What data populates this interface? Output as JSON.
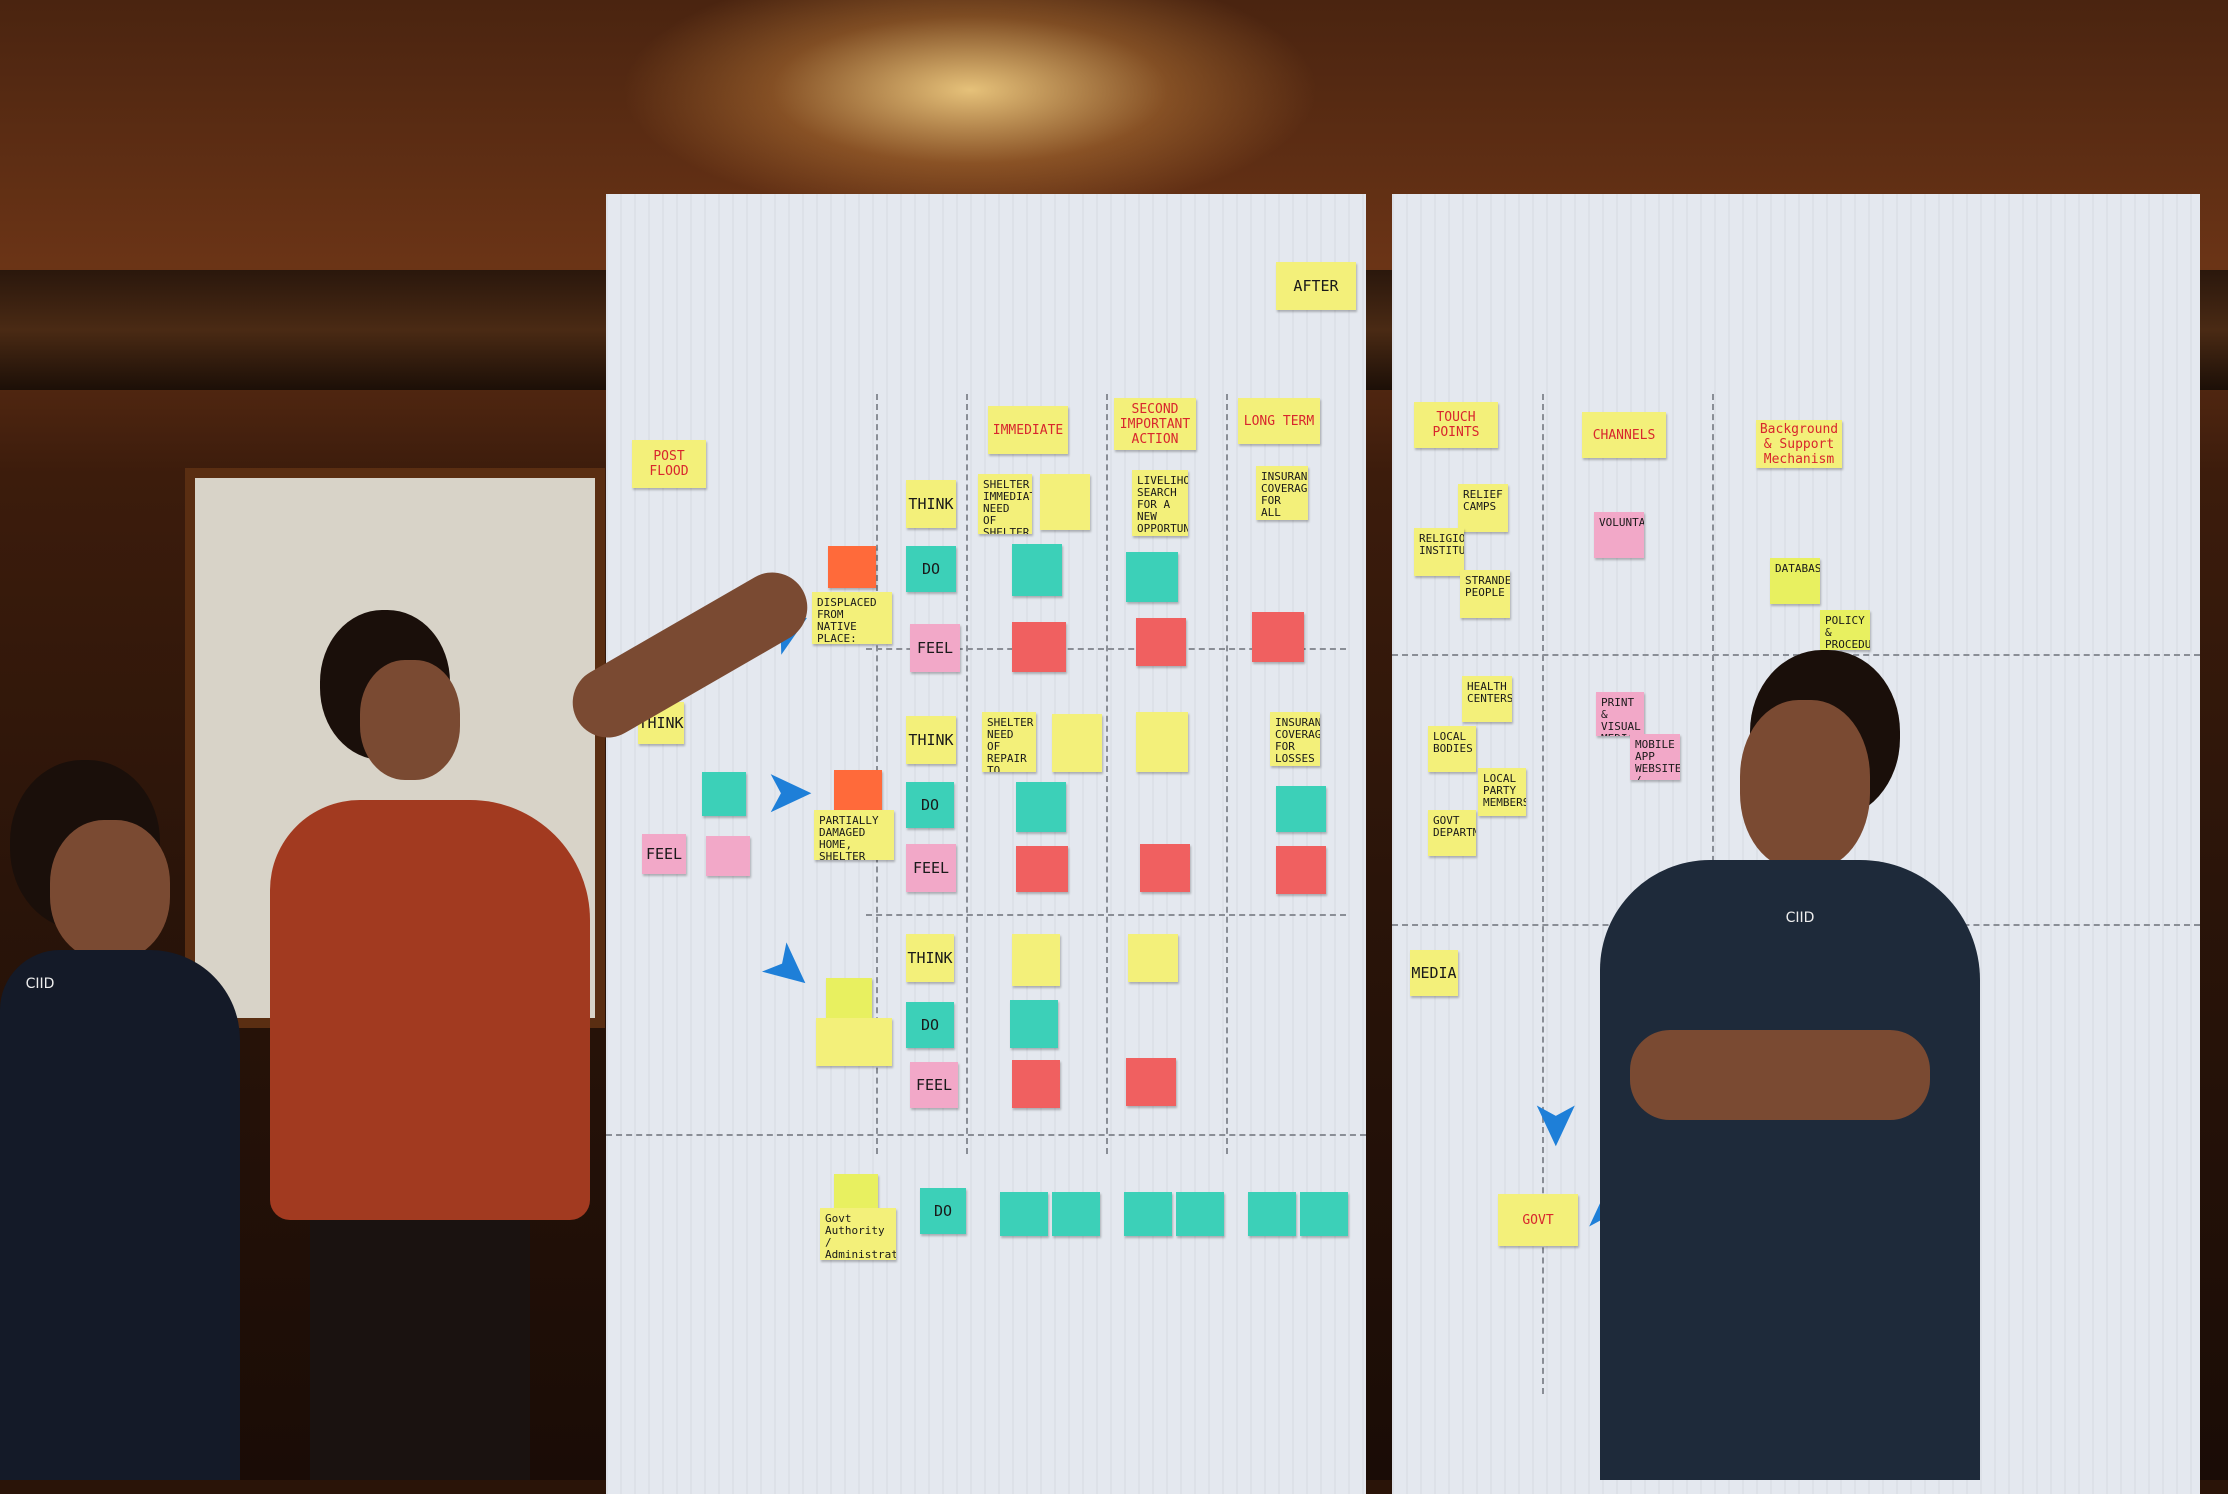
{
  "board_left": {
    "after": "AFTER",
    "post_flood": "POST FLOOD",
    "headers": [
      "IMMEDIATE",
      "SECOND IMPORTANT ACTION",
      "LONG TERM"
    ],
    "rows": [
      {
        "think": "THINK",
        "do": "DO",
        "feel": "FEEL"
      },
      {
        "think": "THINK",
        "do": "DO",
        "feel": "FEEL"
      },
      {
        "think": "THINK",
        "do": "DO",
        "feel": "FEEL"
      }
    ],
    "side_think": "THINK",
    "side_feel": "FEEL",
    "bottom_do": "DO",
    "notes": {
      "shelter1": "SHELTER IMMEDIATE NEED OF SHELTER",
      "shelter2": "SHELTER NEED OF REPAIR TO THEIR DAMAGES",
      "livelihood1": "LIVELIHOOD SEARCH FOR A NEW OPPORTUNITY",
      "insurance1": "INSURANCE COVERAGE FOR ALL LOSSES",
      "insurance2": "INSURANCE COVERAGE FOR LOSSES",
      "displaced": "DISPLACED FROM NATIVE PLACE: LOST THEIR LIFE, SHELTER, JOB, LIVELIHOOD",
      "partially": "PARTIALLY DAMAGED HOME, SHELTER AND LOST THEIR SAVINGS",
      "govt_do": "Govt Authority / Administration & Address Failures for Evacuation of Affected"
    }
  },
  "board_right": {
    "headers": [
      "TOUCH POINTS",
      "CHANNELS",
      "Background & Support Mechanism"
    ],
    "touch_points": [
      "RELIEF CAMPS",
      "RELIGIOUS INSTITUTION",
      "STRANDED PEOPLE",
      "HEALTH CENTERS",
      "LOCAL BODIES",
      "LOCAL PARTY MEMBERS",
      "GOVT DEPARTMENT",
      "MEDIA"
    ],
    "channels": [
      "VOLUNTARY",
      "PRINT & VISUAL MEDIA",
      "MOBILE APP WEBSITE / HELPLINE"
    ],
    "support": [
      "DATABASE",
      "POLICY & PROCEDURE"
    ],
    "govt": "GOVT"
  },
  "badges": [
    "CIID",
    "CIID"
  ]
}
